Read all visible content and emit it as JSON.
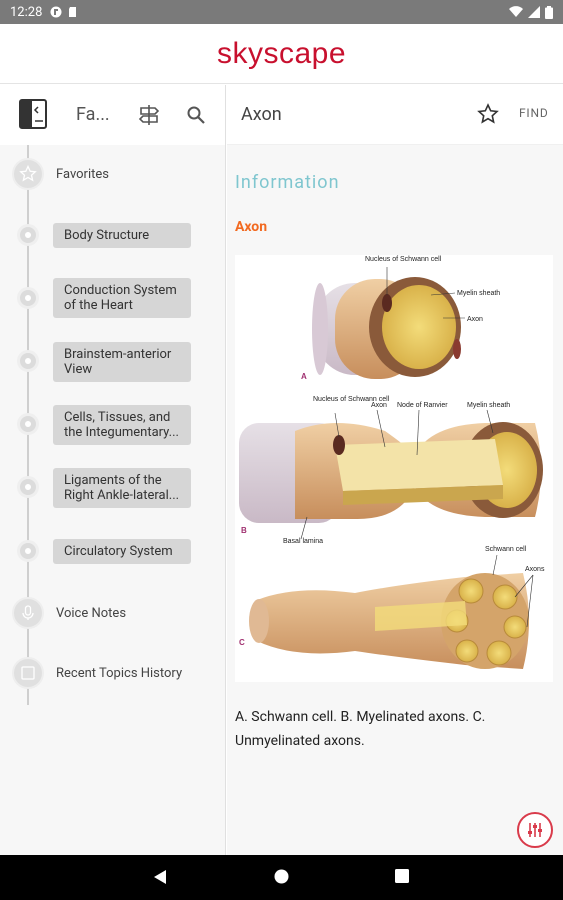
{
  "status_bar": {
    "time": "12:28"
  },
  "brand": {
    "logo_text": "skyscape",
    "color": "#c8102e"
  },
  "sidebar": {
    "title": "Fa...",
    "items": [
      {
        "label": "Favorites",
        "style": "plain"
      },
      {
        "label": "Body Structure",
        "style": "chip"
      },
      {
        "label": "Conduction System of the Heart",
        "style": "chip"
      },
      {
        "label": "Brainstem-anterior View",
        "style": "chip"
      },
      {
        "label": "Cells, Tissues, and the Integumentary...",
        "style": "chip"
      },
      {
        "label": "Ligaments of the Right Ankle-lateral...",
        "style": "chip"
      },
      {
        "label": "Circulatory System",
        "style": "chip"
      },
      {
        "label": "Voice Notes",
        "style": "plain"
      },
      {
        "label": "Recent Topics History",
        "style": "plain"
      }
    ]
  },
  "content": {
    "title": "Axon",
    "find_label": "FIND",
    "section_title": "Information",
    "topic_title": "Axon",
    "caption": "A. Schwann cell. B. Myelinated axons. C. Unmyelinated axons.",
    "illustration_labels": {
      "nucleus_a": "Nucleus of Schwann cell",
      "myelin_a": "Myelin sheath",
      "axon_a": "Axon",
      "letter_a": "A",
      "nucleus_b": "Nucleus of Schwann cell",
      "axon_b": "Axon",
      "node_b": "Node of Ranvier",
      "myelin_b": "Myelin sheath",
      "basal_b": "Basal lamina",
      "letter_b": "B",
      "schwann_c": "Schwann cell",
      "axons_c": "Axons",
      "letter_c": "C"
    }
  },
  "colors": {
    "accent_teal": "#7fc6cf",
    "accent_orange": "#f26a21",
    "fab_red": "#d93b4b"
  }
}
